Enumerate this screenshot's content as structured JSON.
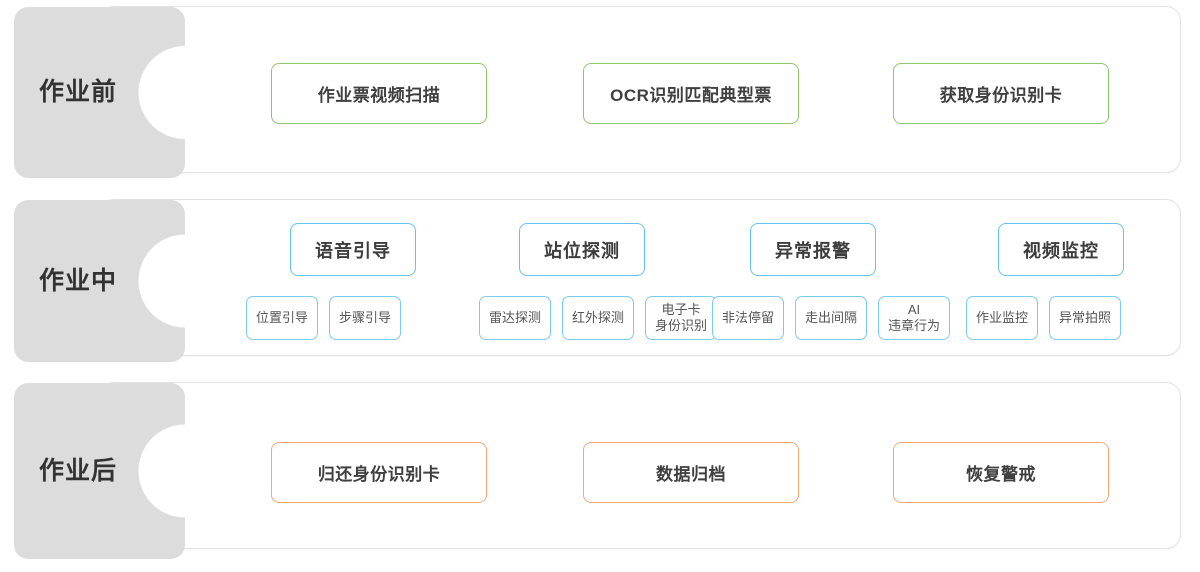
{
  "colors": {
    "stage_label_bg": "#dcdcdc",
    "green_border": "#90c572",
    "blue_border": "#66c2ee",
    "blue_chip_border": "#7ccbf0",
    "orange_border": "#f4a875",
    "panel_bg": "#ffffff",
    "text": "#404040"
  },
  "rows": [
    {
      "id": "before-work",
      "label": "作业前",
      "accent": "green",
      "items": [
        {
          "label": "作业票视频扫描"
        },
        {
          "label": "OCR识别匹配典型票"
        },
        {
          "label": "获取身份识别卡"
        }
      ]
    },
    {
      "id": "during-work",
      "label": "作业中",
      "accent": "blue",
      "groups": [
        {
          "title": "语音引导",
          "children": [
            {
              "line1": "位置引导",
              "line2": ""
            },
            {
              "line1": "步骤引导",
              "line2": ""
            }
          ]
        },
        {
          "title": "站位探测",
          "children": [
            {
              "line1": "雷达探测",
              "line2": ""
            },
            {
              "line1": "红外探测",
              "line2": ""
            },
            {
              "line1": "电子卡",
              "line2": "身份识别"
            }
          ]
        },
        {
          "title": "异常报警",
          "children": [
            {
              "line1": "非法停留",
              "line2": ""
            },
            {
              "line1": "走出间隔",
              "line2": ""
            },
            {
              "line1": "AI",
              "line2": "违章行为"
            }
          ]
        },
        {
          "title": "视频监控",
          "children": [
            {
              "line1": "作业监控",
              "line2": ""
            },
            {
              "line1": "异常拍照",
              "line2": ""
            }
          ]
        }
      ]
    },
    {
      "id": "after-work",
      "label": "作业后",
      "accent": "orange",
      "items": [
        {
          "label": "归还身份识别卡"
        },
        {
          "label": "数据归档"
        },
        {
          "label": "恢复警戒"
        }
      ]
    }
  ]
}
